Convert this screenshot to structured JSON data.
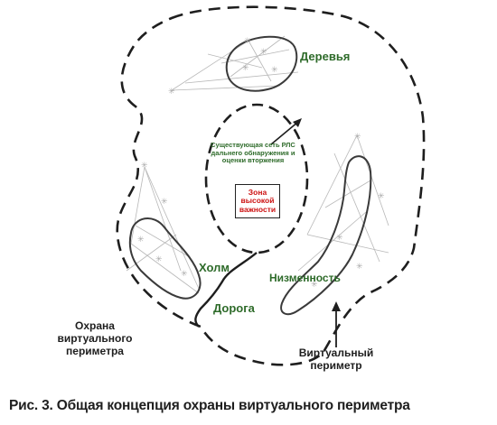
{
  "labels": {
    "trees": "Деревья",
    "radar": "Существующая сеть РЛС дальнего обнаружения и оценки вторжения",
    "zone": "Зона\nвысокой\nважности",
    "hill": "Холм",
    "lowland": "Низменность",
    "road": "Дорога",
    "perimeter_guard": "Охрана\nвиртуального\nпериметра",
    "virtual_perimeter": "Виртуальный\nпериметр"
  },
  "caption": "Рис. 3. Общая концепция охраны виртуального периметра",
  "colors": {
    "label_green": "#2e6b2a",
    "zone_red": "#cc1111",
    "line_dark": "#1e1e1e",
    "sketch_gray": "#b8b8b8"
  }
}
